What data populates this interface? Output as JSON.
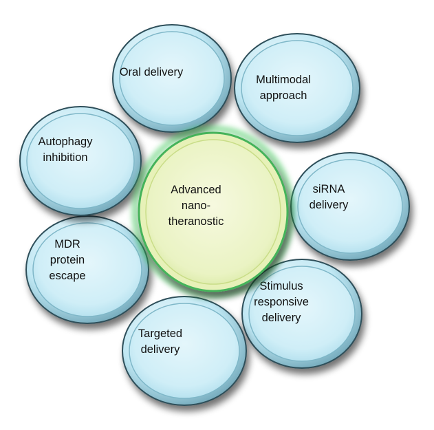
{
  "diagram": {
    "center": {
      "lines": [
        "Advanced",
        "nano-",
        "theranostic"
      ]
    },
    "petals": [
      {
        "id": "oral",
        "lines": [
          "Oral delivery"
        ]
      },
      {
        "id": "multimodal",
        "lines": [
          "Multimodal",
          "approach"
        ]
      },
      {
        "id": "sirna",
        "lines": [
          "siRNA",
          "delivery"
        ]
      },
      {
        "id": "stimulus",
        "lines": [
          "Stimulus",
          "responsive",
          "delivery"
        ]
      },
      {
        "id": "targeted",
        "lines": [
          "Targeted",
          "delivery"
        ]
      },
      {
        "id": "mdr",
        "lines": [
          "MDR",
          "protein",
          "escape"
        ]
      },
      {
        "id": "autophagy",
        "lines": [
          "Autophagy",
          "inhibition"
        ]
      }
    ]
  },
  "colors": {
    "petal_fill": "#cfeef7",
    "petal_rim": "#a9dcec",
    "petal_edge": "#2f4f5a",
    "center_fill": "#eef5c8",
    "center_rim": "#d9ea9a",
    "center_glow": "#3fc85a",
    "shadow": "#9aa3a8",
    "text": "#111111"
  }
}
